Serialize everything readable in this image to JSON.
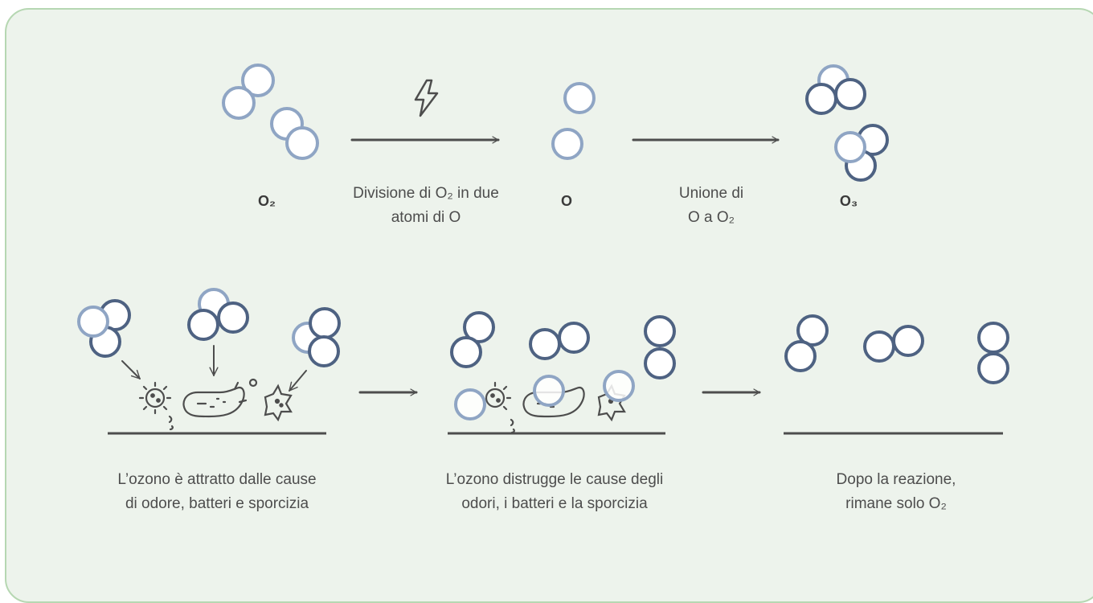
{
  "labels": {
    "o2": "O₂",
    "split": "Divisione di O₂ in due\natomi di O",
    "o": "O",
    "join": "Unione di\nO a O₂",
    "o3": "O₃",
    "attract": "L’ozono è attratto dalle cause\ndi odore, batteri e sporcizia",
    "destroy": "L’ozono distrugge le cause degli\nodori, i batteri e la sporcizia",
    "after": "Dopo la reazione,\nrimane solo O₂"
  },
  "colors": {
    "background": "#edf3ec",
    "border": "#b6d7b2",
    "atom_light": "#8fa5c4",
    "atom_dark": "#4e6282",
    "line": "#4d4d4d",
    "text": "#4d4d4d"
  },
  "icons": [
    "lightning-icon",
    "bacteria-icon"
  ]
}
